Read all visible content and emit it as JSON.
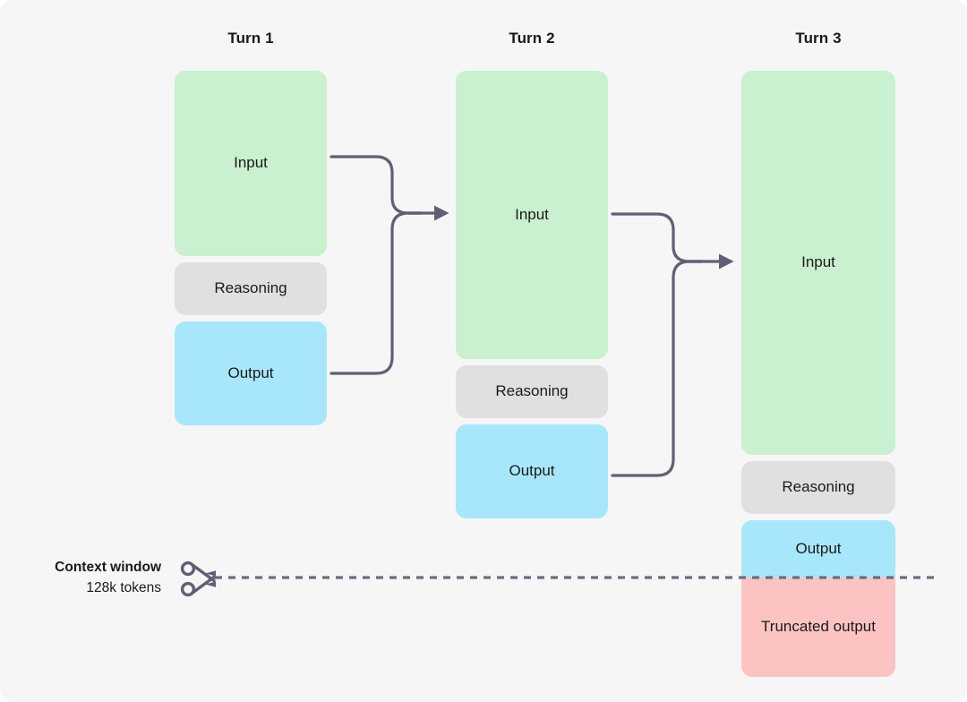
{
  "diagram": {
    "title_bar": null,
    "columns": [
      {
        "header": "Turn 1",
        "blocks": [
          {
            "label": "Input",
            "kind": "input"
          },
          {
            "label": "Reasoning",
            "kind": "reasoning"
          },
          {
            "label": "Output",
            "kind": "output"
          }
        ]
      },
      {
        "header": "Turn 2",
        "blocks": [
          {
            "label": "Input",
            "kind": "input"
          },
          {
            "label": "Reasoning",
            "kind": "reasoning"
          },
          {
            "label": "Output",
            "kind": "output"
          }
        ]
      },
      {
        "header": "Turn 3",
        "blocks": [
          {
            "label": "Input",
            "kind": "input"
          },
          {
            "label": "Reasoning",
            "kind": "reasoning"
          },
          {
            "label": "Output",
            "kind": "output"
          },
          {
            "label": "Truncated output",
            "kind": "truncated"
          }
        ]
      }
    ],
    "context_window": {
      "title": "Context window",
      "subtitle": "128k tokens",
      "icon": "scissors-icon"
    },
    "colors": {
      "background": "#f6f6f6",
      "input": "#c9f0cf",
      "reasoning": "#e0e0e0",
      "output": "#a8e7fb",
      "truncated": "#fbc4c2",
      "connector": "#5f6075",
      "cut_line": "#6b6b80",
      "text": "#1a1a1a"
    }
  }
}
